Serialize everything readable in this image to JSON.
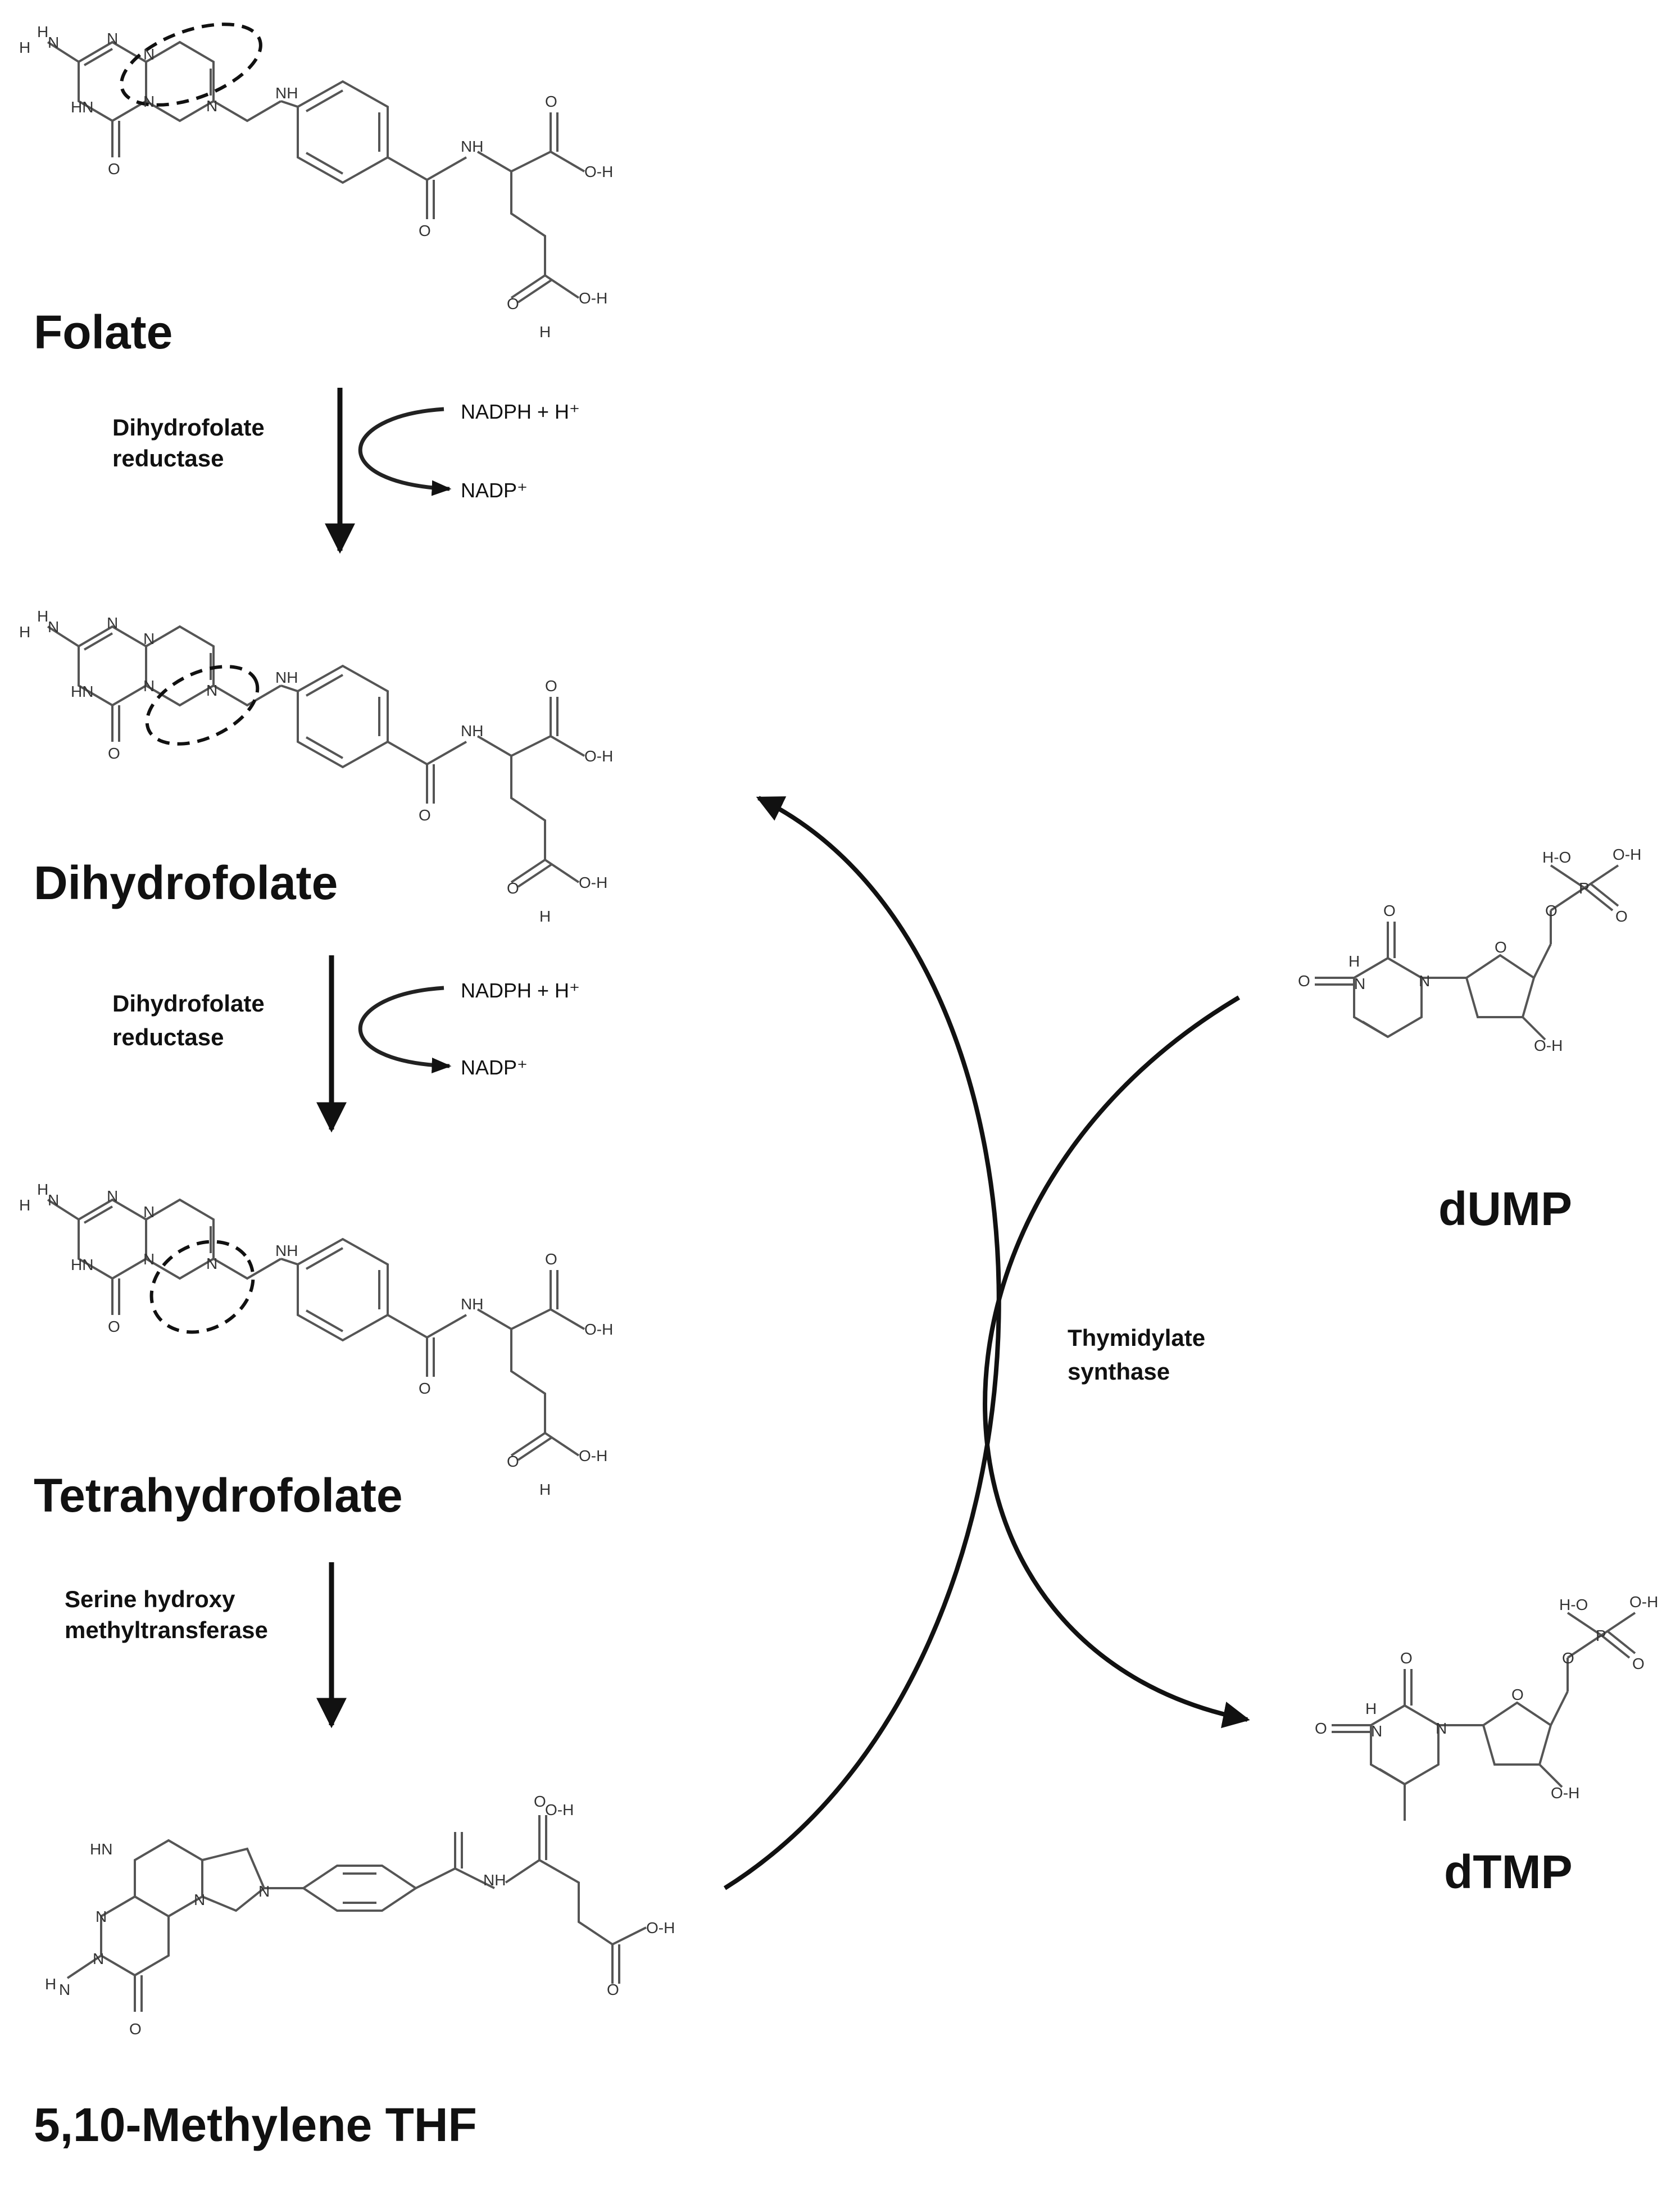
{
  "compounds": {
    "folate": "Folate",
    "dihydrofolate": "Dihydrofolate",
    "tetrahydrofolate": "Tetrahydrofolate",
    "methylene_thf": "5,10-Methylene THF",
    "dump": "dUMP",
    "dtmp": "dTMP"
  },
  "enzymes": {
    "dhfr_1_line1": "Dihydrofolate",
    "dhfr_1_line2": "reductase",
    "dhfr_2_line1": "Dihydrofolate",
    "dhfr_2_line2": "reductase",
    "shmt_line1": "Serine hydroxy",
    "shmt_line2": "methyltransferase",
    "ts_line1": "Thymidylate",
    "ts_line2": "synthase"
  },
  "cofactors": {
    "nadph_1": "NADPH + H⁺",
    "nadp_1": "NADP⁺",
    "nadph_2": "NADPH + H⁺",
    "nadp_2": "NADP⁺"
  },
  "atoms": {
    "N": "N",
    "H": "H",
    "O": "O",
    "P": "P",
    "NH": "NH",
    "OH": "O-H",
    "HN": "HN",
    "HO": "H-O"
  },
  "colors": {
    "ink": "#111111",
    "structure": "#555555",
    "background": "#ffffff"
  }
}
